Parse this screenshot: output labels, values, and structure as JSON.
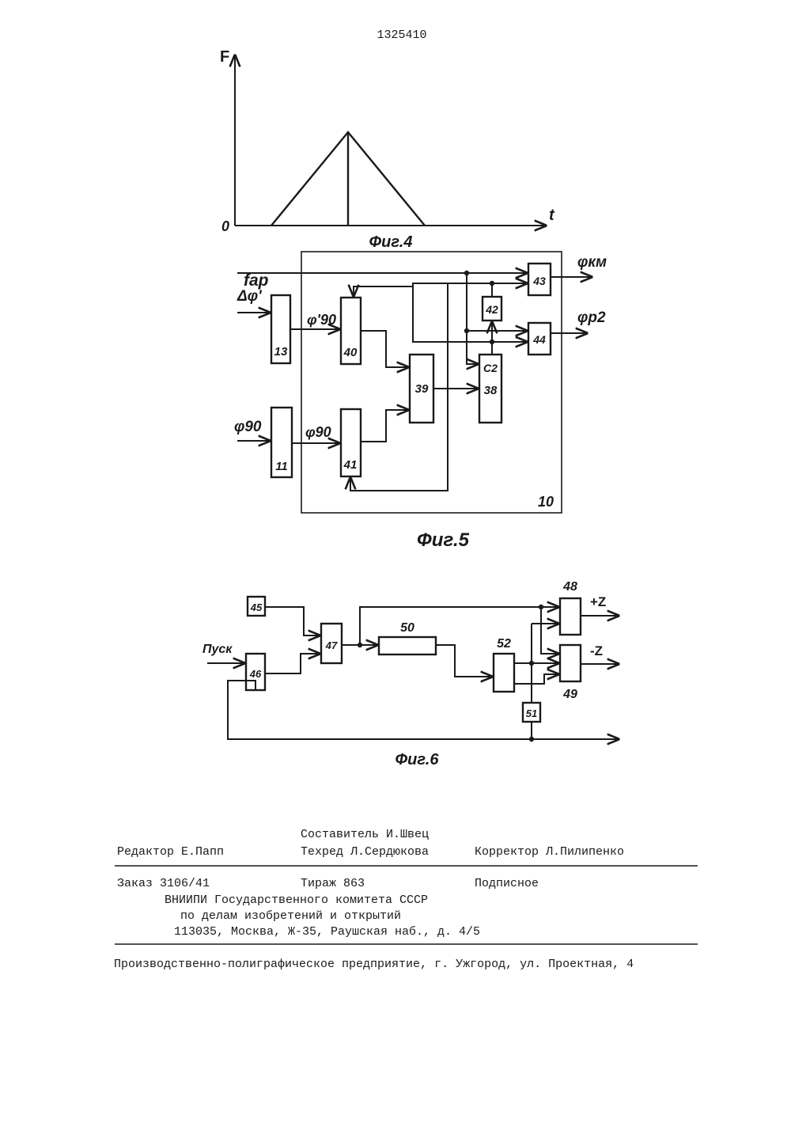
{
  "header": {
    "patent_number": "1325410"
  },
  "fig4": {
    "caption": "Фиг.4",
    "y_axis_label": "F",
    "x_axis_label": "t",
    "origin_label": "0",
    "chart_data": {
      "type": "line",
      "series": [
        {
          "x": [
            0,
            1,
            2
          ],
          "y": [
            0,
            1,
            0
          ]
        }
      ],
      "xlabel": "t",
      "ylabel": "F"
    }
  },
  "fig5": {
    "caption": "Фиг.5",
    "inputs": {
      "f_ar": "fар",
      "delta_phi": "Δφ'",
      "phi_90": "φ90"
    },
    "signals": {
      "phi_90_prime_out": "φ'90",
      "phi_90_out": "φ90"
    },
    "outputs": {
      "phi_km": "φкм",
      "phi_r2": "φр2"
    },
    "blocks": {
      "b13": "13",
      "b11": "11",
      "b40": "40",
      "b41": "41",
      "b39": "39",
      "b38_top": "С2",
      "b38": "38",
      "b42": "42",
      "b43": "43",
      "b44": "44"
    },
    "frame_label": "10"
  },
  "fig6": {
    "caption": "Фиг.6",
    "input_label": "Пуск",
    "blocks": {
      "b45": "45",
      "b46": "46",
      "b47": "47",
      "b50": "50",
      "b52": "52",
      "b51": "51",
      "b48": "48",
      "b49": "49"
    },
    "outputs": {
      "plus_z": "+Z",
      "minus_z": "-Z"
    }
  },
  "imprint": {
    "line1_composer": "Составитель  И.Швец",
    "line2_editor": "Редактор Е.Папп",
    "line2_techred": "Техред Л.Сердюкова",
    "line2_corrector": "Корректор  Л.Пилипенко",
    "order": "Заказ 3106/41",
    "circulation": "Тираж  863",
    "subscription": "Подписное",
    "org1": "ВНИИПИ Государственного комитета СССР",
    "org2": "по делам изобретений и открытий",
    "address": "113035, Москва, Ж-35, Раушская наб., д. 4/5",
    "footer": "Производственно-полиграфическое предприятие, г. Ужгород, ул. Проектная, 4"
  }
}
